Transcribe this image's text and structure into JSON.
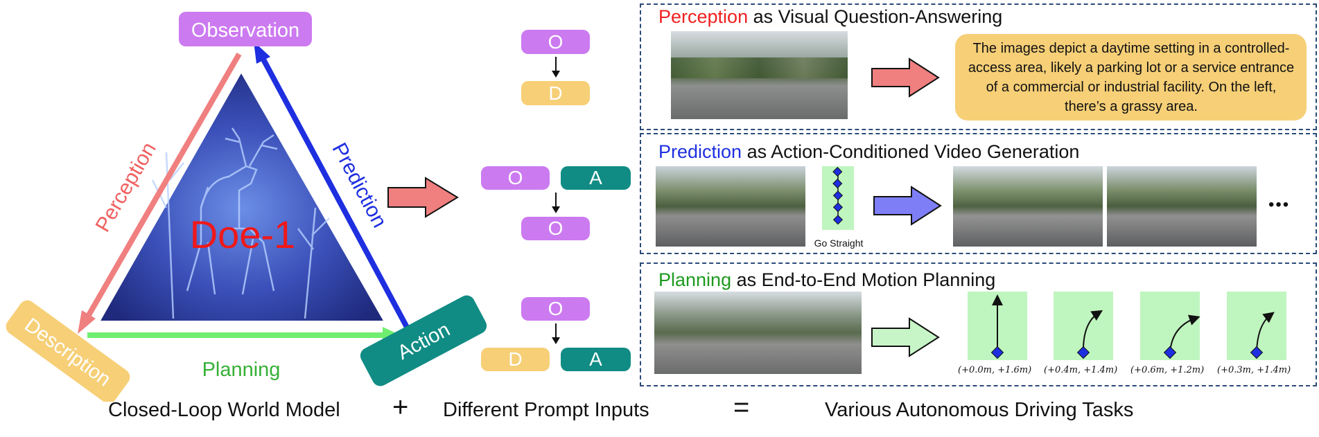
{
  "world_model": {
    "center_label": "Doe-1",
    "nodes": {
      "observation": "Observation",
      "description": "Description",
      "action": "Action"
    },
    "edges": {
      "perception": "Perception",
      "prediction": "Prediction",
      "planning": "Planning"
    }
  },
  "prompts": {
    "perception": {
      "input": "O",
      "output": "D"
    },
    "prediction": {
      "input_obs": "O",
      "input_action": "A",
      "output": "O"
    },
    "planning": {
      "input": "O",
      "output_desc": "D",
      "output_action": "A"
    }
  },
  "panels": {
    "perception": {
      "title_highlight": "Perception",
      "title_rest": " as Visual Question-Answering",
      "answer": "The images depict a daytime setting in a controlled-access area, likely a parking lot or a service entrance of a commercial or industrial facility. On the left, there’s a grassy area."
    },
    "prediction": {
      "title_highlight": "Prediction",
      "title_rest": " as Action-Conditioned Video Generation",
      "action_label": "Go Straight",
      "ellipsis": "•••"
    },
    "planning": {
      "title_highlight": "Planning",
      "title_rest": " as End-to-End Motion Planning",
      "coords": [
        "(+0.0m, +1.6m)",
        "(+0.4m, +1.4m)",
        "(+0.6m, +1.2m)",
        "(+0.3m, +1.4m)"
      ]
    }
  },
  "bottom": {
    "left": "Closed-Loop World Model",
    "plus": "+",
    "middle": "Different Prompt Inputs",
    "equals": "=",
    "right": "Various Autonomous Driving Tasks"
  },
  "colors": {
    "observation": "#cc7af0",
    "description": "#f6cf77",
    "action": "#108c84",
    "perception": "#f07f7f",
    "prediction": "#1e2fe0",
    "planning": "#70ee70",
    "panel_border": "#2a4a78",
    "answer_bubble": "#f6cf77"
  }
}
